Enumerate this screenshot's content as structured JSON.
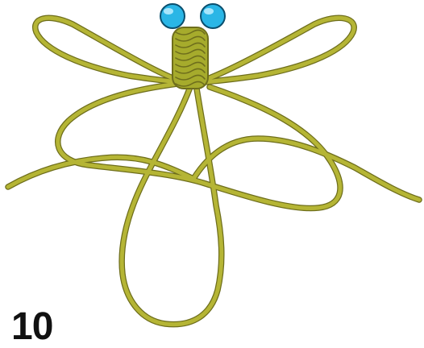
{
  "diagram": {
    "step_number": "10",
    "colors": {
      "cord_fill": "#b5b535",
      "cord_outline": "#6e6e1c",
      "knot_fill": "#a6ab2c",
      "bead_fill": "#2ab6e6",
      "bead_highlight": "#bdeeff",
      "bead_outline": "#0a4f6e",
      "background": "#ffffff"
    },
    "parts": [
      "left-upper-wing-loop",
      "right-upper-wing-loop",
      "left-lower-wing-loop",
      "right-lower-wing-loop",
      "tail-loop",
      "left-cord-end",
      "right-cord-end",
      "knotted-body",
      "left-eye-bead",
      "right-eye-bead"
    ]
  }
}
